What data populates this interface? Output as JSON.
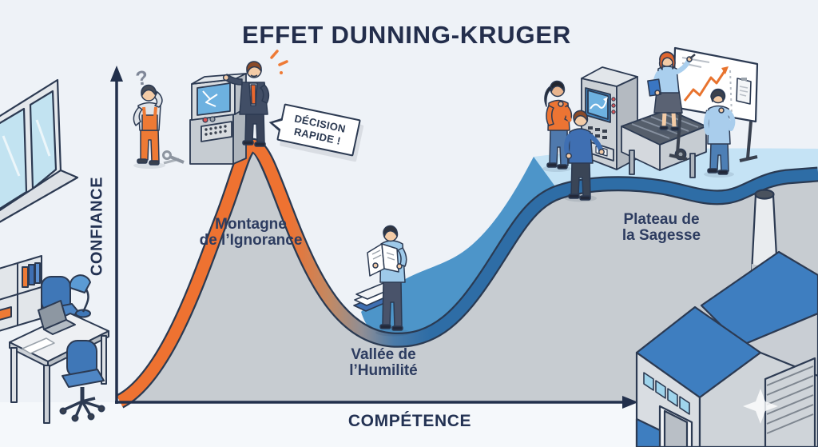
{
  "title": "EFFET DUNNING-KRUGER",
  "axes": {
    "y": "CONFIANCE",
    "x": "COMPÉTENCE"
  },
  "regions": {
    "mountain": "Montagne\nde l’Ignorance",
    "valley": "Vallée de\nl’Humilité",
    "plateau": "Plateau de\nla Sagesse"
  },
  "callout": {
    "text": "DÉCISION\nRAPIDE !"
  },
  "icons": {
    "question_mark": "?"
  },
  "palette": {
    "background": "#eef2f7",
    "title_navy": "#232e4c",
    "label_navy": "#2d3c60",
    "axis": "#22304c",
    "curve_ignorance_orange": "#ee7231",
    "curve_wisdom_blue": "#2e6da6",
    "slope_blue": "#4d95c9",
    "plateau_light_blue": "#c5e3f5",
    "mass_gray": "#c7ccd1",
    "accent_orange": "#ee7a35",
    "factory_roof_blue": "#3e7ec0"
  }
}
